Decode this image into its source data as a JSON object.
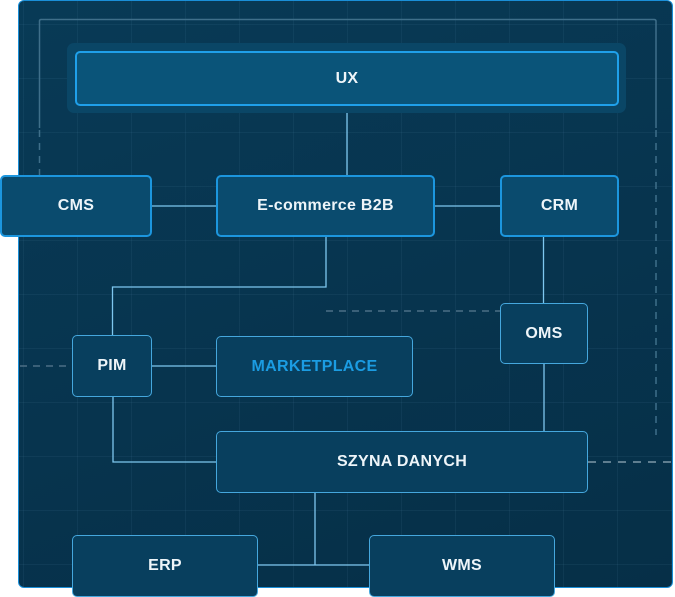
{
  "diagram": {
    "title": "System architecture",
    "nodes": {
      "ux": "UX",
      "cms": "CMS",
      "ecommerce": "E-commerce B2B",
      "crm": "CRM",
      "pim": "PIM",
      "marketplace": "MARKETPLACE",
      "oms": "OMS",
      "data_bus": "SZYNA DANYCH",
      "erp": "ERP",
      "wms": "WMS"
    },
    "edges": [
      [
        "UX",
        "E-commerce B2B"
      ],
      [
        "CMS",
        "E-commerce B2B"
      ],
      [
        "E-commerce B2B",
        "CRM"
      ],
      [
        "E-commerce B2B",
        "PIM"
      ],
      [
        "PIM",
        "MARKETPLACE"
      ],
      [
        "PIM",
        "SZYNA DANYCH"
      ],
      [
        "CRM",
        "OMS"
      ],
      [
        "OMS",
        "SZYNA DANYCH"
      ],
      [
        "SZYNA DANYCH",
        "ERP"
      ],
      [
        "SZYNA DANYCH",
        "WMS"
      ]
    ],
    "colors": {
      "panel_border": "#1a8fd8",
      "panel_bg": "#07344e",
      "connector": "#7ec7ef",
      "dashed": "#4c6f85",
      "text": "#eef5f9",
      "accent_text": "#1b9ce2"
    }
  }
}
